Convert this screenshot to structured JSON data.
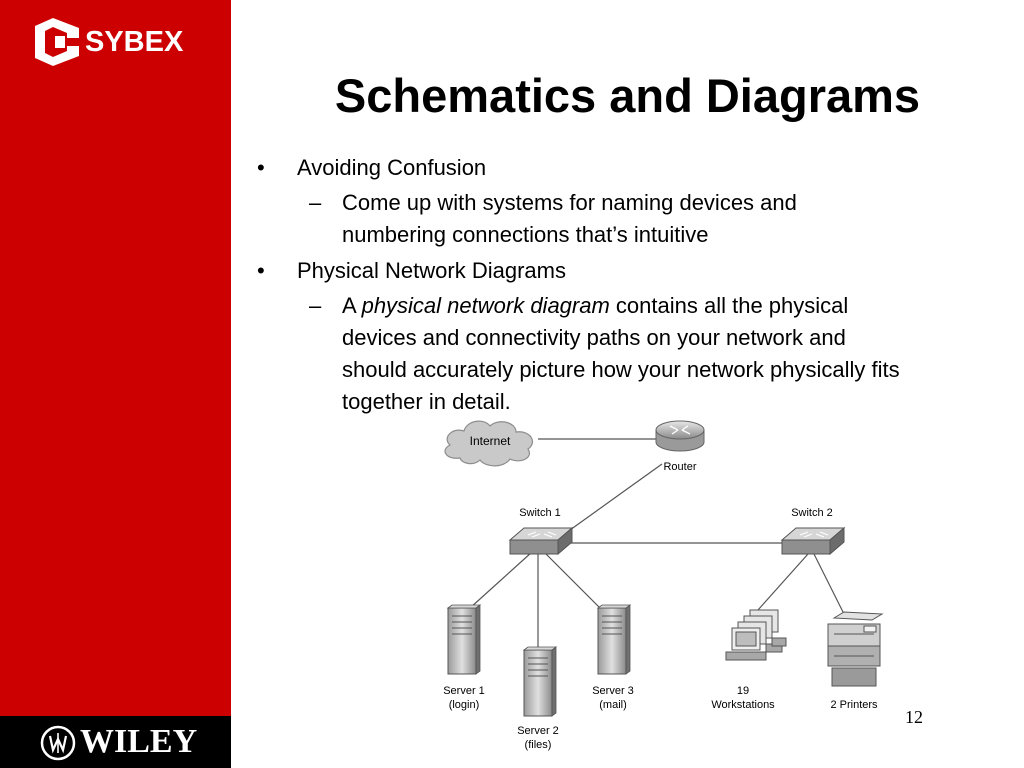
{
  "brand": {
    "publisher": "SYBEX",
    "parent": "WILEY",
    "accent_color": "#cc0000"
  },
  "slide": {
    "title": "Schematics and Diagrams",
    "page_number": "12",
    "bullets": [
      {
        "text": "Avoiding Confusion",
        "sub": [
          {
            "text": "Come up with systems for naming devices and numbering connections that’s intuitive"
          }
        ]
      },
      {
        "text": "Physical Network Diagrams",
        "sub": [
          {
            "prefix": "A ",
            "emphasis": "physical network diagram",
            "suffix": " contains all the physical devices and connectivity paths on your network and should accurately picture how your network physically fits together in detail."
          }
        ]
      }
    ]
  },
  "diagram": {
    "internet": "Internet",
    "router": "Router",
    "switch1": "Switch 1",
    "switch2": "Switch 2",
    "server1": [
      "Server 1",
      "(login)"
    ],
    "server2": [
      "Server 2",
      "(files)"
    ],
    "server3": [
      "Server 3",
      "(mail)"
    ],
    "workstations": [
      "19",
      "Workstations"
    ],
    "printers": "2 Printers"
  }
}
